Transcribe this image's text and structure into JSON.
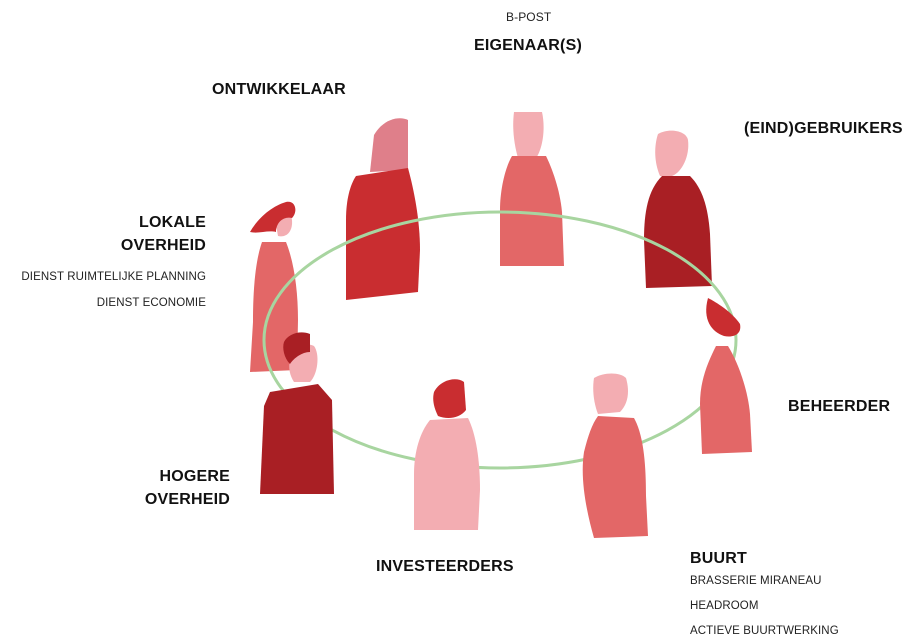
{
  "stakeholders": {
    "eigenaars": {
      "subtitle": "B-POST",
      "title": "EIGENAAR(S)"
    },
    "ontwikkelaar": {
      "title": "ONTWIKKELAAR"
    },
    "eindgebruikers": {
      "title": "(EIND)GEBRUIKERS"
    },
    "lokale_overheid": {
      "title_line1": "LOKALE",
      "title_line2": "OVERHEID",
      "items": [
        "DIENST RUIMTELIJKE PLANNING",
        "DIENST ECONOMIE"
      ]
    },
    "beheerder": {
      "title": "BEHEERDER"
    },
    "hogere_overheid": {
      "title_line1": "HOGERE",
      "title_line2": "OVERHEID"
    },
    "investeerders": {
      "title": "INVESTEERDERS"
    },
    "buurt": {
      "title": "BUURT",
      "items": [
        "BRASSERIE MIRANEAU",
        "HEADROOM",
        "ACTIEVE BUURTWERKING"
      ]
    }
  },
  "colors": {
    "ring": "#a8d5a0",
    "dark_red": "#a91f24",
    "red": "#c92d30",
    "coral": "#e36767",
    "pink": "#f3adb2",
    "rose": "#df7f8a"
  }
}
